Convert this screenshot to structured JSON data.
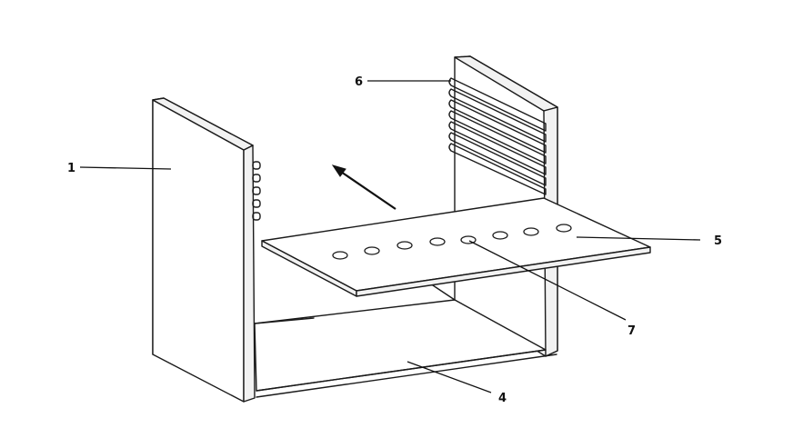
{
  "labels": {
    "part_1": "1",
    "part_4": "4",
    "part_5": "5",
    "part_6": "6",
    "part_7": "7"
  }
}
